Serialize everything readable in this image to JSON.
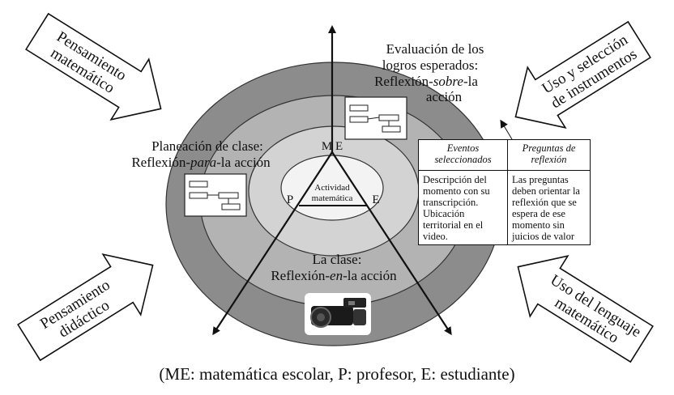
{
  "arrows": {
    "top_left": "Pensamiento matemático",
    "top_left_lines": [
      "Pensamiento",
      "matemático"
    ],
    "top_right_lines": [
      "Uso y selección",
      "de instrumentos"
    ],
    "bottom_left_lines": [
      "Pensamiento",
      "didáctico"
    ],
    "bottom_right_lines": [
      "Uso del lenguaje",
      "matemático"
    ]
  },
  "ellipses": {
    "evaluation": {
      "line1": "Evaluación de los",
      "line2": "logros esperados:",
      "line3_pre": "Reflexión-",
      "line3_em": "sobre",
      "line3_post": "-la",
      "line4": "acción"
    },
    "planning": {
      "line1": "Planeación de clase:",
      "line2_pre": "Reflexión-",
      "line2_em": "para",
      "line2_post": "-la acción"
    },
    "class": {
      "line1": "La clase:",
      "line2_pre": "Reflexión-",
      "line2_em": "en",
      "line2_post": "-la acción"
    },
    "center": {
      "line1": "Actividad",
      "line2": "matemática"
    }
  },
  "vertex_labels": {
    "me": "M E",
    "p": "P",
    "e": "E"
  },
  "table": {
    "header_left": "Eventos seleccionados",
    "header_right": "Preguntas de reflexión",
    "cell_left": "Descripción del momento con su transcripción. Ubicación territorial en el video.",
    "cell_right": "Las preguntas deben orientar la reflexión que se espera de ese momento sin juicios de valor"
  },
  "caption": "(ME: matemática escolar, P: profesor, E: estudiante)"
}
